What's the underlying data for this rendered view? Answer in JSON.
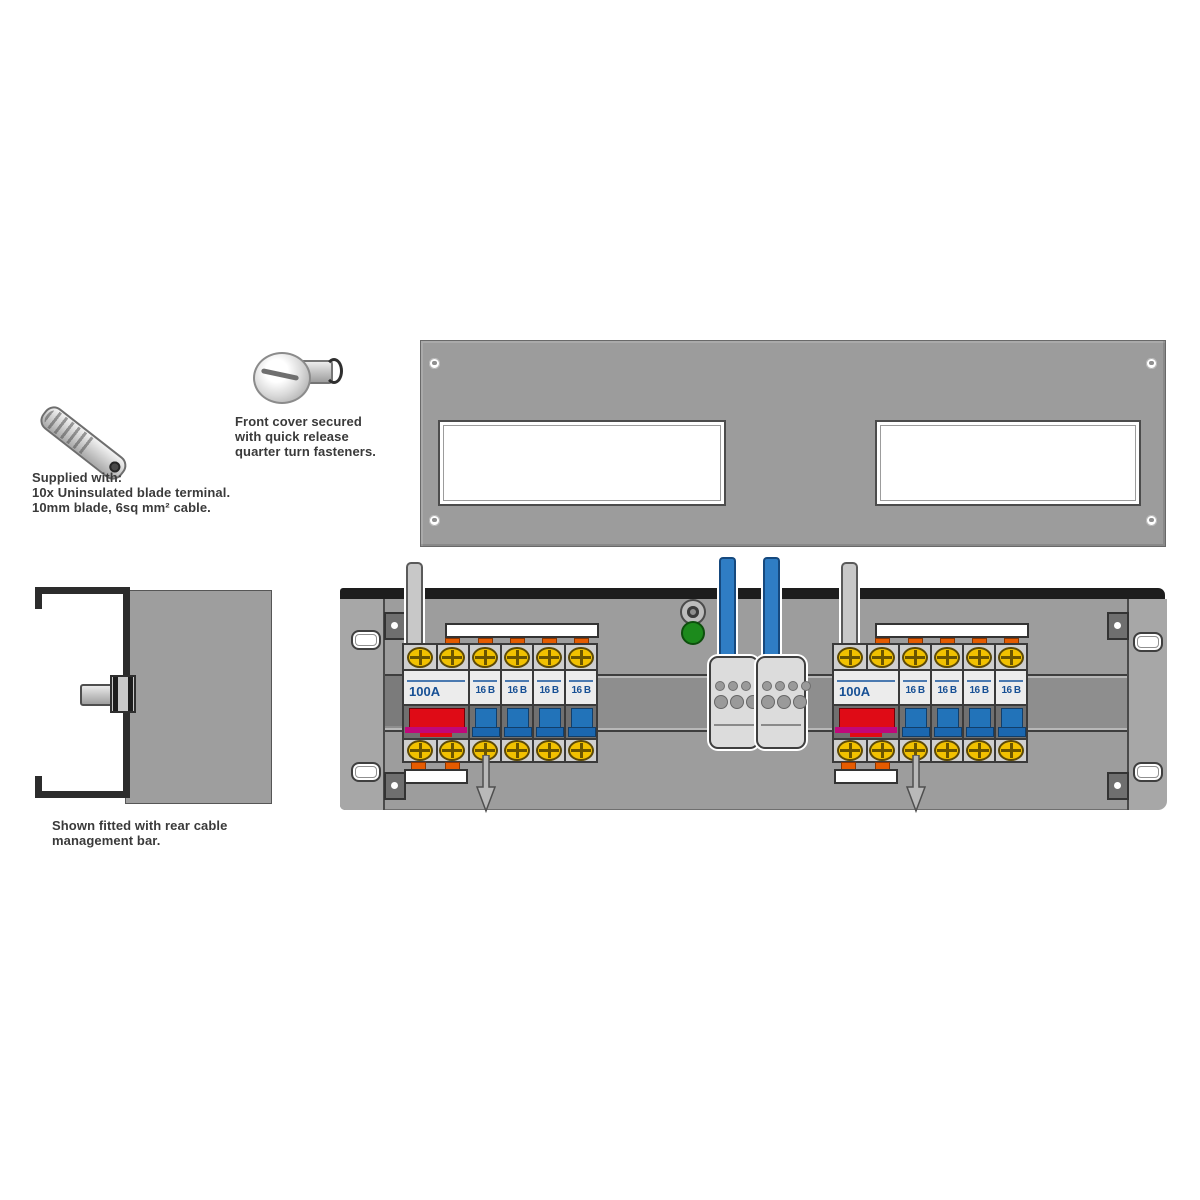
{
  "annotations": {
    "supplied": [
      "Supplied with:",
      "10x Uninsulated blade terminal.",
      "10mm blade, 6sq mm² cable."
    ],
    "front_cover": [
      "Front cover secured",
      "with quick release",
      "quarter turn fasteners."
    ],
    "rear_bar": [
      "Shown fitted with rear cable",
      "management bar."
    ]
  },
  "board": {
    "left_group": {
      "main_breaker_label": "100A",
      "mcb_labels": [
        "16 B",
        "16 B",
        "16 B",
        "16 B"
      ]
    },
    "right_group": {
      "main_breaker_label": "100A",
      "mcb_labels": [
        "16 B",
        "16 B",
        "16 B",
        "16 B"
      ]
    }
  },
  "colors": {
    "panel_gray": "#9d9d9d",
    "din_rail_gray": "#8e8e8e",
    "breaker_body": "#ececec",
    "terminal_screw_yellow": "#f2c100",
    "main_toggle_red": "#df0b16",
    "main_toggle_magenta": "#c0087a",
    "mcb_toggle_blue": "#2273b9",
    "wire_blue": "#2f7dc4",
    "indicator_green": "#1c8a1c",
    "tab_orange": "#e55b00",
    "label_text_blue": "#164f94"
  },
  "icons": [
    "blade-terminal-icon",
    "quarter-turn-fastener-icon",
    "terminal-screw-icon",
    "indicator-led",
    "cover-screw-icon",
    "down-arrow-icon",
    "fastener-stud-icon"
  ]
}
